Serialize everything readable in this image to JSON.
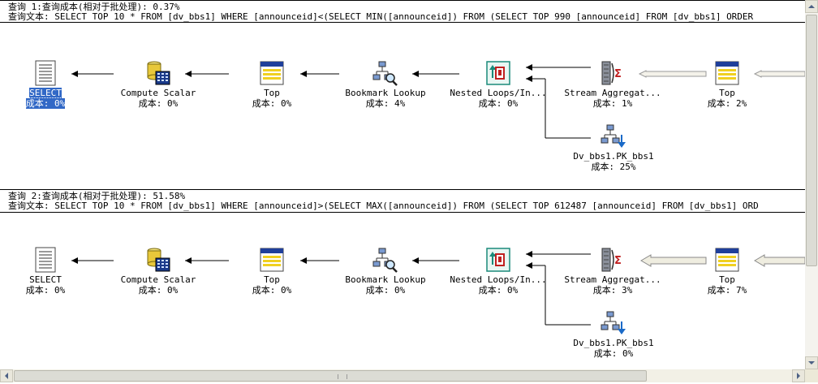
{
  "queries": [
    {
      "header": "查询 1:查询成本(相对于批处理): 0.37%",
      "text": "查询文本: SELECT TOP 10 * FROM [dv_bbs1] WHERE [announceid]<(SELECT MIN([announceid]) FROM (SELECT TOP 990 [announceid] FROM [dv_bbs1] ORDER",
      "nodes": [
        {
          "name": "SELECT",
          "cost": "成本: 0%",
          "icon": "select-icon",
          "selected": true
        },
        {
          "name": "Compute Scalar",
          "cost": "成本: 0%",
          "icon": "compute-scalar-icon"
        },
        {
          "name": "Top",
          "cost": "成本: 0%",
          "icon": "top-icon"
        },
        {
          "name": "Bookmark Lookup",
          "cost": "成本: 4%",
          "icon": "bookmark-lookup-icon"
        },
        {
          "name": "Nested Loops/In...",
          "cost": "成本: 0%",
          "icon": "nested-loops-icon"
        },
        {
          "name": "Stream Aggregat...",
          "cost": "成本: 1%",
          "icon": "stream-aggregate-icon"
        },
        {
          "name": "Top",
          "cost": "成本: 2%",
          "icon": "top-icon"
        },
        {
          "name": "Dv_bbs1.PK_bbs1",
          "cost": "成本: 25%",
          "icon": "index-seek-icon"
        }
      ]
    },
    {
      "header": "查询 2:查询成本(相对于批处理): 51.58%",
      "text": "查询文本: SELECT TOP 10 * FROM [dv_bbs1] WHERE [announceid]>(SELECT MAX([announceid]) FROM (SELECT TOP 612487 [announceid] FROM [dv_bbs1] ORD",
      "nodes": [
        {
          "name": "SELECT",
          "cost": "成本: 0%",
          "icon": "select-icon",
          "selected": false
        },
        {
          "name": "Compute Scalar",
          "cost": "成本: 0%",
          "icon": "compute-scalar-icon"
        },
        {
          "name": "Top",
          "cost": "成本: 0%",
          "icon": "top-icon"
        },
        {
          "name": "Bookmark Lookup",
          "cost": "成本: 0%",
          "icon": "bookmark-lookup-icon"
        },
        {
          "name": "Nested Loops/In...",
          "cost": "成本: 0%",
          "icon": "nested-loops-icon"
        },
        {
          "name": "Stream Aggregat...",
          "cost": "成本: 3%",
          "icon": "stream-aggregate-icon"
        },
        {
          "name": "Top",
          "cost": "成本: 7%",
          "icon": "top-icon"
        },
        {
          "name": "Dv_bbs1.PK_bbs1",
          "cost": "成本: 0%",
          "icon": "index-seek-icon"
        }
      ]
    }
  ],
  "colors": {
    "selection": "#3168c6",
    "scrollbar_track": "#f2f0e6",
    "scrollbar_thumb": "#dcdcd5"
  }
}
